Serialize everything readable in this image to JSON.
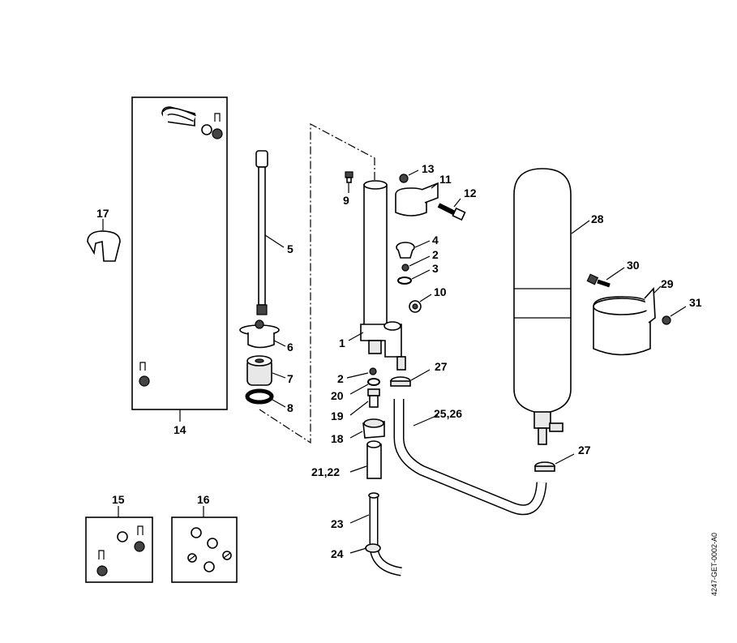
{
  "diagram": {
    "drawing_code": "4247-GET-0002-A0",
    "labels": {
      "l17": "17",
      "l14": "14",
      "l5": "5",
      "l6": "6",
      "l7": "7",
      "l8": "8",
      "l9": "9",
      "l13": "13",
      "l11": "11",
      "l12": "12",
      "l4": "4",
      "l2a": "2",
      "l3": "3",
      "l10": "10",
      "l1": "1",
      "l2b": "2",
      "l20": "20",
      "l19": "19",
      "l18": "18",
      "l2122": "21,22",
      "l23": "23",
      "l24": "24",
      "l27a": "27",
      "l2526": "25,26",
      "l27b": "27",
      "l28": "28",
      "l30": "30",
      "l29": "29",
      "l31": "31",
      "l15": "15",
      "l16": "16"
    }
  }
}
